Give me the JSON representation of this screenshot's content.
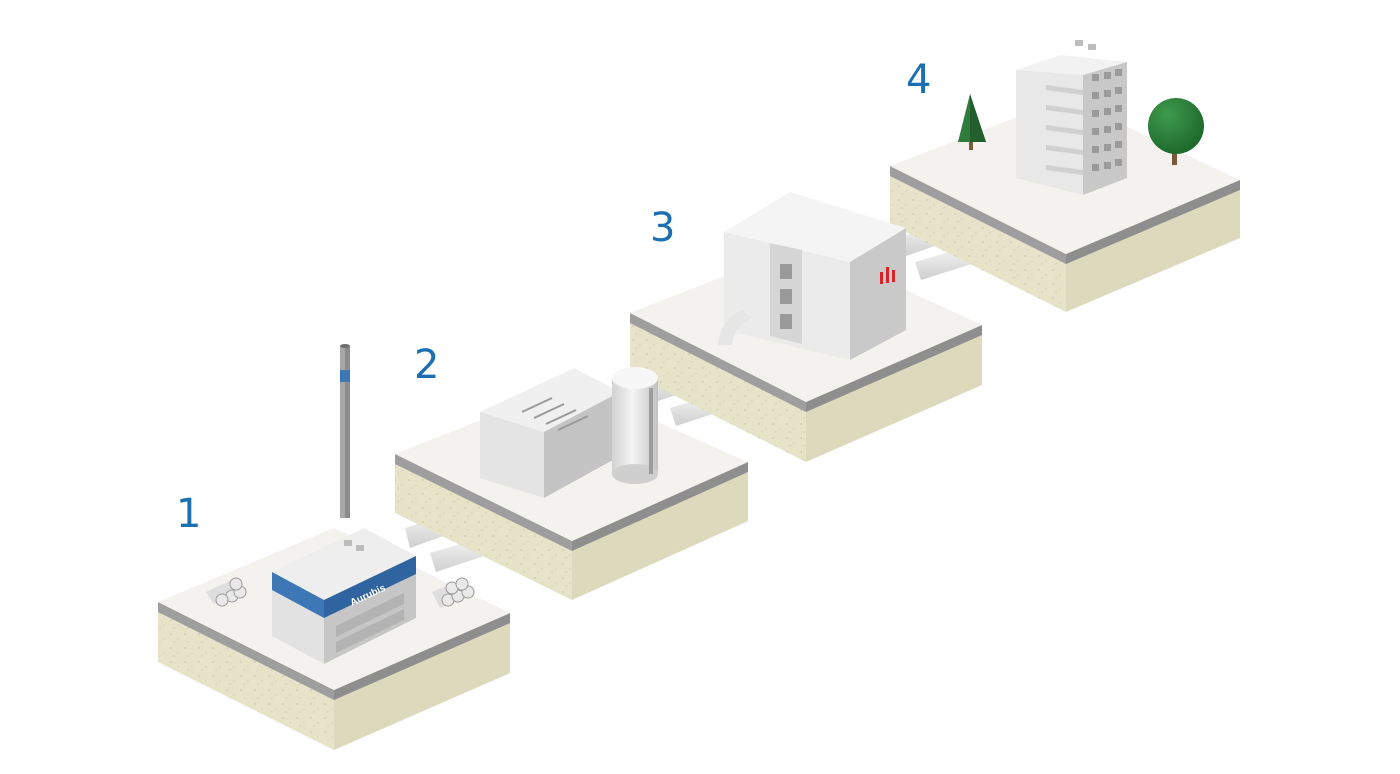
{
  "diagram": {
    "steps": [
      {
        "number": "1",
        "subject": "copper-smelter-plant",
        "sign_text": "Aurubis"
      },
      {
        "number": "2",
        "subject": "heat-storage-hall-and-tank"
      },
      {
        "number": "3",
        "subject": "district-heating-pump-station"
      },
      {
        "number": "4",
        "subject": "residential-district"
      }
    ]
  },
  "colors": {
    "number_blue": "#1c6fb0",
    "brand_blue": "#3d77b6",
    "platform_top": "#f3f2ee",
    "soil": "#e6e3c9",
    "asphalt": "#9e9e9e",
    "building_light": "#ececec",
    "building_mid": "#d9d9d9",
    "building_dark": "#b4b4b4",
    "pipe": "#e9e9e9",
    "tree_green": "#2e7b3c",
    "logo_red": "#d8232a"
  },
  "icons": [
    "chimney-icon",
    "pipe-bundle-icon",
    "storage-tank-icon",
    "pump-station-icon",
    "apartment-building-icon",
    "conifer-tree-icon",
    "round-tree-icon",
    "aurubis-logo-icon"
  ]
}
